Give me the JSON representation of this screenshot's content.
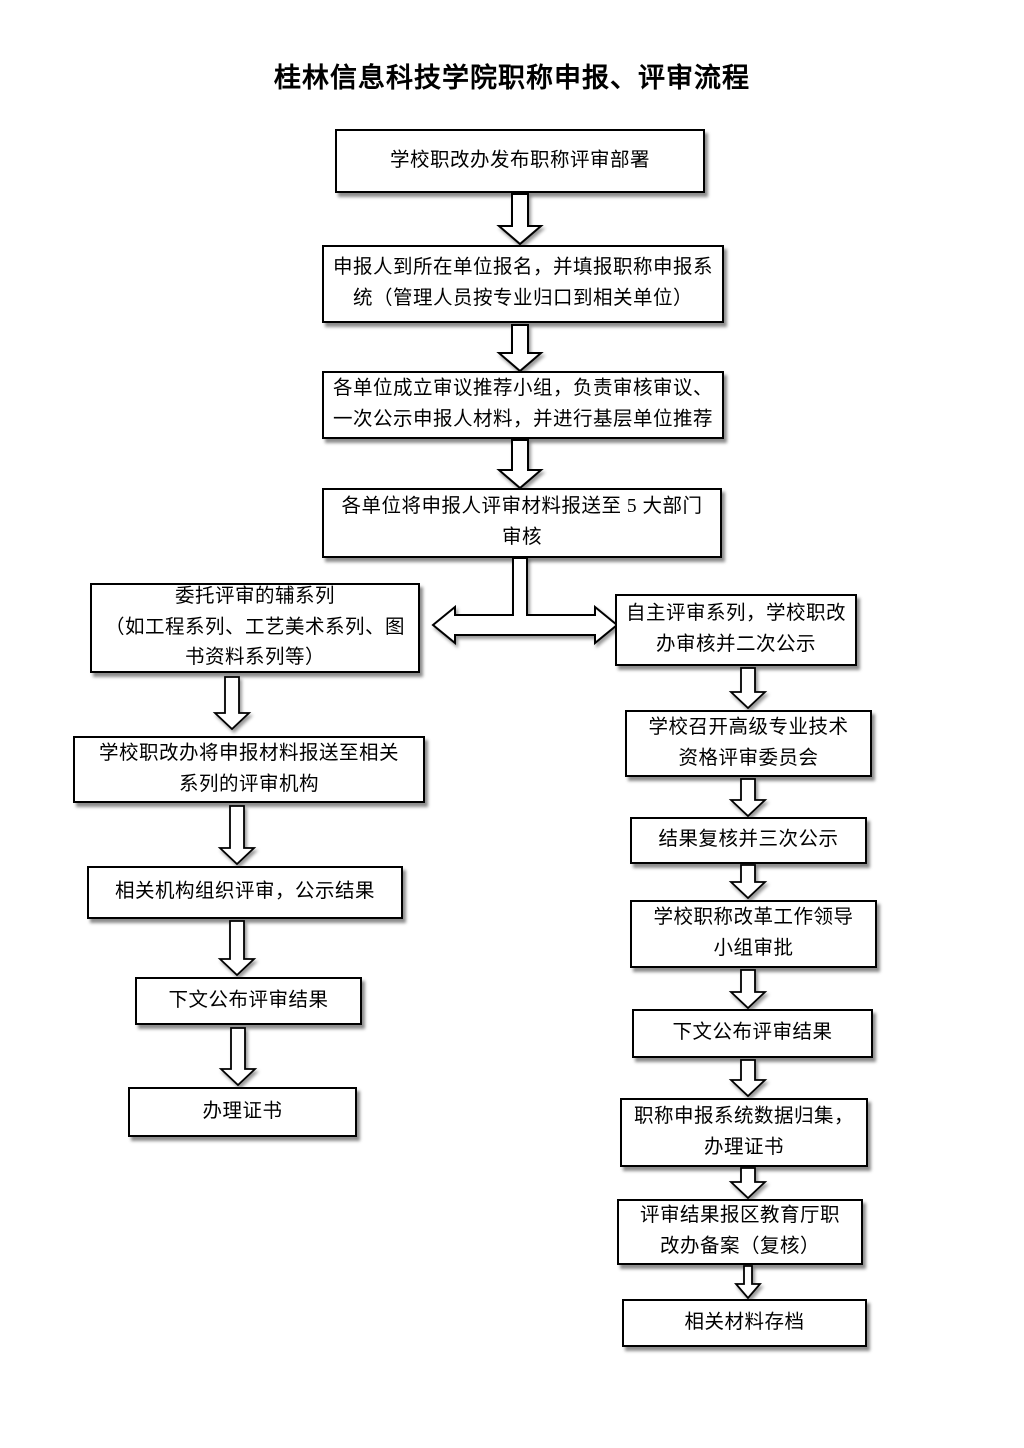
{
  "title": "桂林信息科技学院职称申报、评审流程",
  "colors": {
    "page_bg": "#ffffff",
    "box_fill": "#ffffff",
    "box_border": "#000000",
    "text": "#000000",
    "shadow": "#8a8a8a"
  },
  "flow": {
    "main_steps": [
      {
        "label": "学校职改办发布职称评审部署"
      },
      {
        "label": "申报人到所在单位报名，并填报职称申报系\n统（管理人员按专业归口到相关单位）"
      },
      {
        "label": "各单位成立审议推荐小组，负责审核审议、\n一次公示申报人材料，并进行基层单位推荐"
      },
      {
        "label": "各单位将申报人评审材料报送至 5 大部门\n审核"
      }
    ],
    "left_branch_steps": [
      {
        "label": "委托评审的辅系列\n（如工程系列、工艺美术系列、图\n书资料系列等）"
      },
      {
        "label": "学校职改办将申报材料报送至相关\n系列的评审机构"
      },
      {
        "label": "相关机构组织评审，公示结果"
      },
      {
        "label": "下文公布评审结果"
      },
      {
        "label": "办理证书"
      }
    ],
    "right_branch_steps": [
      {
        "label": "自主评审系列，学校职改\n办审核并二次公示"
      },
      {
        "label": "学校召开高级专业技术\n资格评审委员会"
      },
      {
        "label": "结果复核并三次公示"
      },
      {
        "label": "学校职称改革工作领导\n小组审批"
      },
      {
        "label": "下文公布评审结果"
      },
      {
        "label": "职称申报系统数据归集，\n办理证书"
      },
      {
        "label": "评审结果报区教育厅职\n改办备案（复核）"
      },
      {
        "label": "相关材料存档"
      }
    ]
  }
}
